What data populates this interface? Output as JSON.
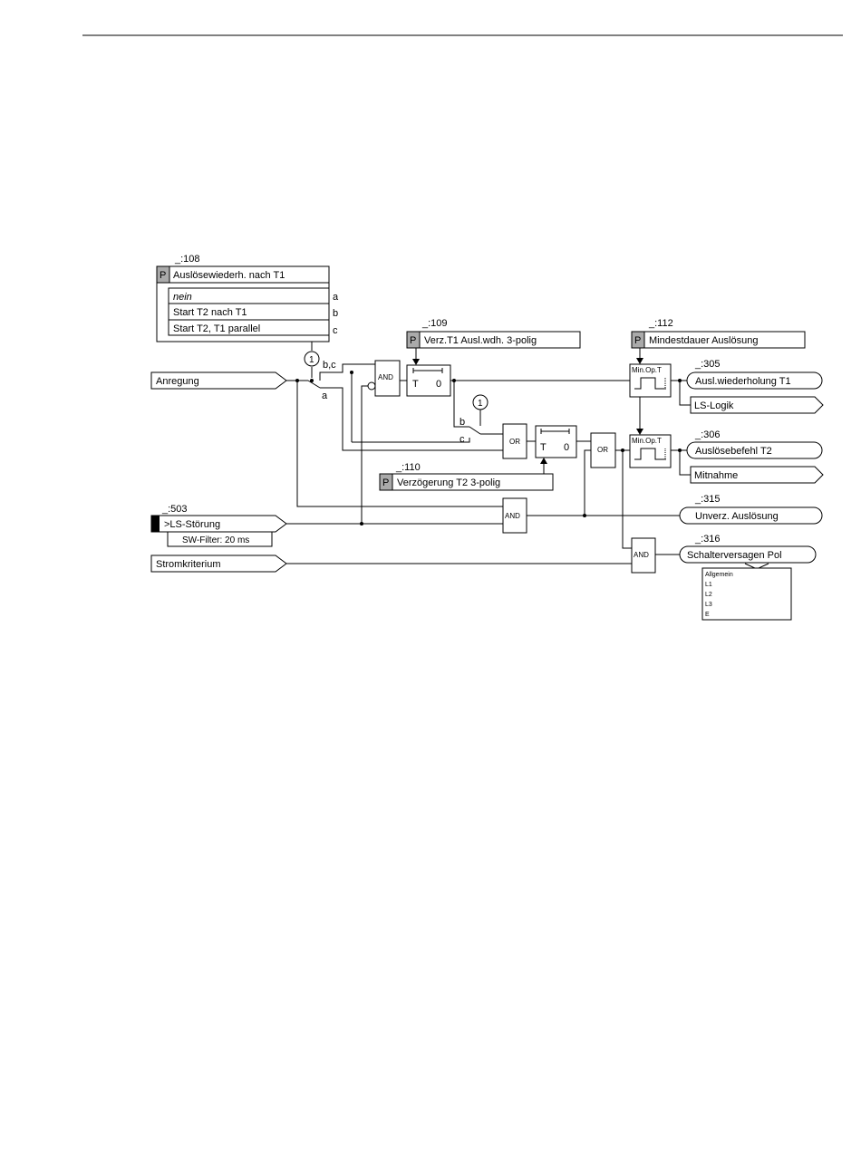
{
  "page": {
    "header_rule": true
  },
  "params": {
    "p108": {
      "id": "_:108",
      "p": "P",
      "label": "Auslösewiederh. nach T1",
      "options": [
        {
          "text": "nein",
          "letter": "a"
        },
        {
          "text": "Start T2 nach T1",
          "letter": "b"
        },
        {
          "text": "Start T2, T1 parallel",
          "letter": "c"
        }
      ]
    },
    "p109": {
      "id": "_:109",
      "p": "P",
      "label": "Verz.T1 Ausl.wdh. 3-polig"
    },
    "p110": {
      "id": "_:110",
      "p": "P",
      "label": "Verzögerung T2 3-polig"
    },
    "p112": {
      "id": "_:112",
      "p": "P",
      "label": "Mindestdauer Auslösung"
    }
  },
  "inputs": {
    "anregung": "Anregung",
    "ls_stoerung": {
      "id": "_:503",
      "label": ">LS-Störung",
      "filter": "SW-Filter: 20 ms"
    },
    "stromkriterium": "Stromkriterium"
  },
  "switches": {
    "ref1": "1",
    "ref2": "1",
    "sw1_bc": "b,c",
    "sw1_a": "a",
    "sw2_b": "b",
    "sw2_c": "c"
  },
  "gates": {
    "and1": "AND",
    "or1": "OR",
    "or2": "OR",
    "and2": "AND",
    "and3": "AND"
  },
  "timers": {
    "t1": {
      "t": "T",
      "zero": "0"
    },
    "t2": {
      "t": "T",
      "zero": "0"
    },
    "minop1": "Min.Op.T",
    "minop2": "Min.Op.T"
  },
  "outputs": {
    "o305": {
      "id": "_:305",
      "label": "Ausl.wiederholung T1"
    },
    "ls_logik": "LS-Logik",
    "o306": {
      "id": "_:306",
      "label": "Auslösebefehl T2"
    },
    "mitnahme": "Mitnahme",
    "o315": {
      "id": "_:315",
      "label": "Unverz. Auslösung"
    },
    "o316": {
      "id": "_:316",
      "label": "Schalterversagen Pol",
      "list": [
        "Allgemein",
        "L1",
        "L2",
        "L3",
        "E"
      ]
    }
  }
}
